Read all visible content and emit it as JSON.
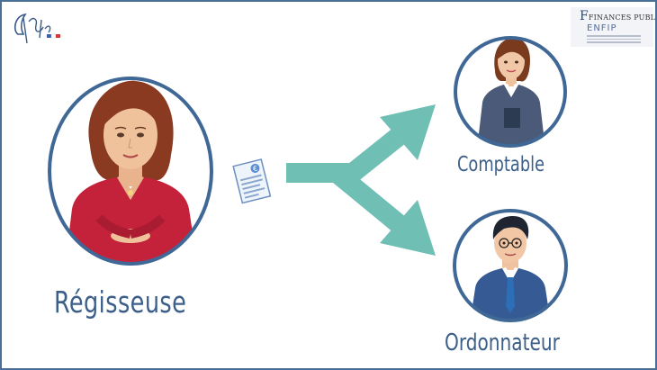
{
  "logos": {
    "left_logo_icon": "chfpt-logo",
    "right_logo": {
      "title": "FINANCES PUBLIQUES",
      "subtitle": "ENFIP"
    }
  },
  "people": {
    "regisseuse": {
      "label": "Régisseuse",
      "avatar_icon": "woman-red-sweater-avatar"
    },
    "comptable": {
      "label": "Comptable",
      "avatar_icon": "woman-business-suit-avatar"
    },
    "ordonnateur": {
      "label": "Ordonnateur",
      "avatar_icon": "man-business-suit-avatar"
    }
  },
  "document": {
    "icon": "euro-document-icon",
    "symbol": "€"
  },
  "colors": {
    "frame": "#4a6f96",
    "circle_border": "#3f6896",
    "arrow": "#6fbfb5",
    "label_text": "#3c5f8a"
  }
}
